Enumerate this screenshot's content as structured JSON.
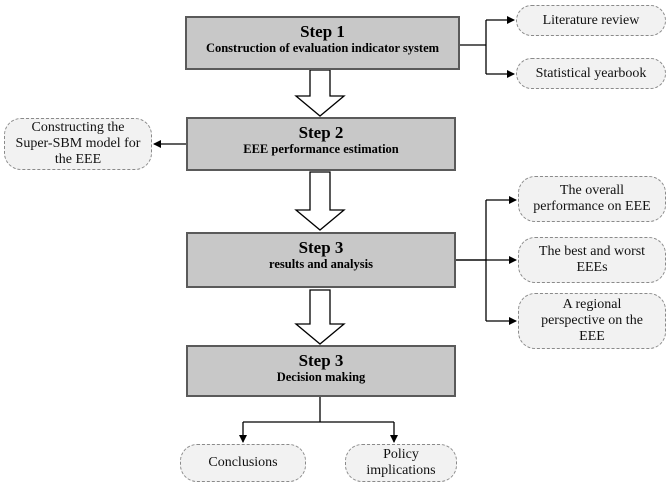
{
  "steps": [
    {
      "title": "Step 1",
      "subtitle": "Construction of evaluation indicator system"
    },
    {
      "title": "Step 2",
      "subtitle": "EEE performance estimation"
    },
    {
      "title": "Step 3",
      "subtitle": "results and analysis"
    },
    {
      "title": "Step 3",
      "subtitle": "Decision making"
    }
  ],
  "step1_outputs": [
    "Literature review",
    "Statistical yearbook"
  ],
  "step2_output": [
    "Constructing the",
    "Super-SBM model for",
    "the EEE"
  ],
  "step3_outputs": [
    [
      "The overall",
      "performance on EEE"
    ],
    [
      "The best and worst",
      "EEEs"
    ],
    [
      "A regional",
      "perspective on the",
      "EEE"
    ]
  ],
  "final_outputs": [
    [
      "Conclusions"
    ],
    [
      "Policy",
      "implications"
    ]
  ],
  "colors": {
    "box_fill": "#c8c8c8",
    "box_border": "#5a5a5a",
    "pill_fill": "#f2f2f2",
    "pill_border": "#8a8a8a",
    "line": "#000000"
  }
}
